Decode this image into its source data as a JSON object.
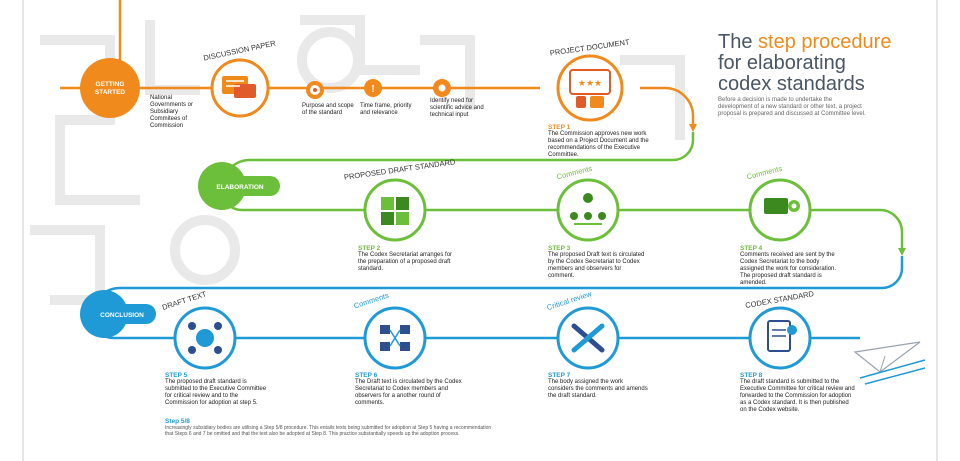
{
  "title": {
    "prefix": "The ",
    "accent": "step procedure",
    "line2": "for elaborating",
    "line3": "codex standards"
  },
  "intro": "Before a decision is made to undertake the development of a new standard or other text, a project proposal is prepared and discussed at Committee level.",
  "phases": {
    "getting_started": "GETTING STARTED",
    "elaboration": "ELABORATION",
    "conclusion": "CONCLUSION"
  },
  "stage_labels": {
    "discussion_paper": "DISCUSSION PAPER",
    "project_document": "PROJECT DOCUMENT",
    "proposed_draft": "PROPOSED DRAFT STANDARD",
    "comments1": "Comments",
    "comments2": "Comments",
    "draft_text": "DRAFT TEXT",
    "comments3": "Comments",
    "critical_review": "Critical review",
    "codex_standard": "CODEX STANDARD"
  },
  "getting_started": {
    "who": "National Governments or Subsidiary Commitees of Commission",
    "purpose": "Purpose and scope of the standard",
    "time": "Time frame, priority and relevance",
    "identify": "Identify need for scientific advice and technical input"
  },
  "steps": {
    "s1_label": "STEP 1",
    "s1_text": "The Commission approves new work based on a Project Document and the recommendations of the Executive Committee.",
    "s2_label": "STEP 2",
    "s2_text": "The Codex Secretariat arranges for the preparation of a proposed draft standard.",
    "s3_label": "STEP 3",
    "s3_text": "The proposed Draft text is circulated by the Codex Secretariat to Codex members and observers for comment.",
    "s4_label": "STEP 4",
    "s4_text": "Comments received are sent by the Codex Secretariat to the body assigned the work for consideration. The proposed draft standard is amended.",
    "s5_label": "STEP 5",
    "s5_text": "The proposed draft standard is submitted to the Executive Committee for critical review and to the Commission for adoption at step 5.",
    "s6_label": "STEP 6",
    "s6_text": "The Draft text is circulated by the Codex Secretariat to Codex members and observers for a another round of comments.",
    "s7_label": "STEP 7",
    "s7_text": "The body assigned the work considers the comments and amends the draft standard.",
    "s8_label": "STEP 8",
    "s8_text": "The draft standard is submitted to the Executive Committee for critical review and forwarded to the Commission for adoption as a Codex standard. It is then published on the Codex website.",
    "s58_label": "Step 5/8",
    "s58_text": "Increasingly subsidiary bodies are utilising a Step 5/8 procedure. This entails texts being submitted for adoption at Step 5 having a recommendation that Steps 6 and 7 be omitted and that the text also be adopted at Step 8. This practice substantially speeds up the adoption process."
  },
  "colors": {
    "orange": "#f08a1d",
    "green": "#6cbf3a",
    "blue": "#1f9ad6",
    "bg_pattern": "#ececec"
  }
}
